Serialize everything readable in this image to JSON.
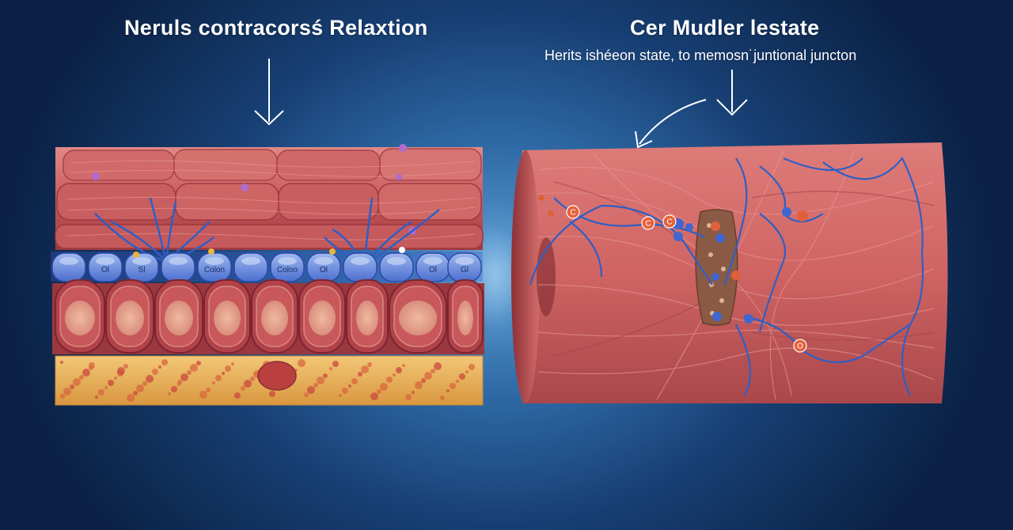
{
  "left_panel": {
    "title": "Neruls contracorsś Relaxtion",
    "cell_labels": [
      "Ol",
      "Sl",
      "Colon",
      "Coloo",
      "Ol",
      "Ol",
      "Gl"
    ]
  },
  "right_panel": {
    "title": "Cer Mudler lestate",
    "subtitle": "Herits ishéeon state, to memosn˙juntional juncton",
    "marker_labels": [
      "C",
      "C",
      "C",
      "O"
    ]
  },
  "colors": {
    "background": "#1b4a80",
    "muscle": "#c9595c",
    "nerve": "#2f5fc4",
    "fat": "#e9b25c",
    "text": "#ffffff"
  }
}
